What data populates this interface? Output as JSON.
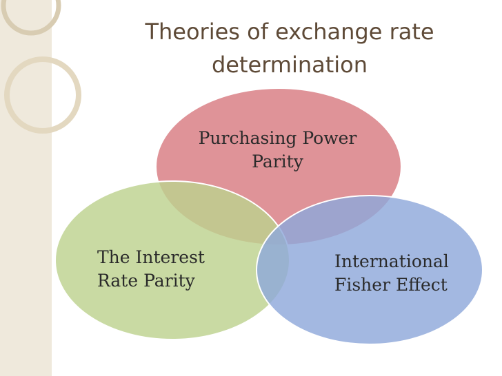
{
  "slide": {
    "title_line1": "Theories of exchange rate",
    "title_line2": "determination"
  },
  "venn": {
    "top_circle": {
      "line1": "Purchasing Power",
      "line2": "Parity",
      "color": "#db878d"
    },
    "left_circle": {
      "line1": "The Interest",
      "line2": "Rate Parity",
      "color": "#c1d594"
    },
    "right_circle": {
      "line1": "International",
      "line2": "Fisher Effect",
      "color": "#91a9d9"
    }
  },
  "colors": {
    "title": "#5e4a37",
    "accent_strip": "#efe9dc"
  }
}
